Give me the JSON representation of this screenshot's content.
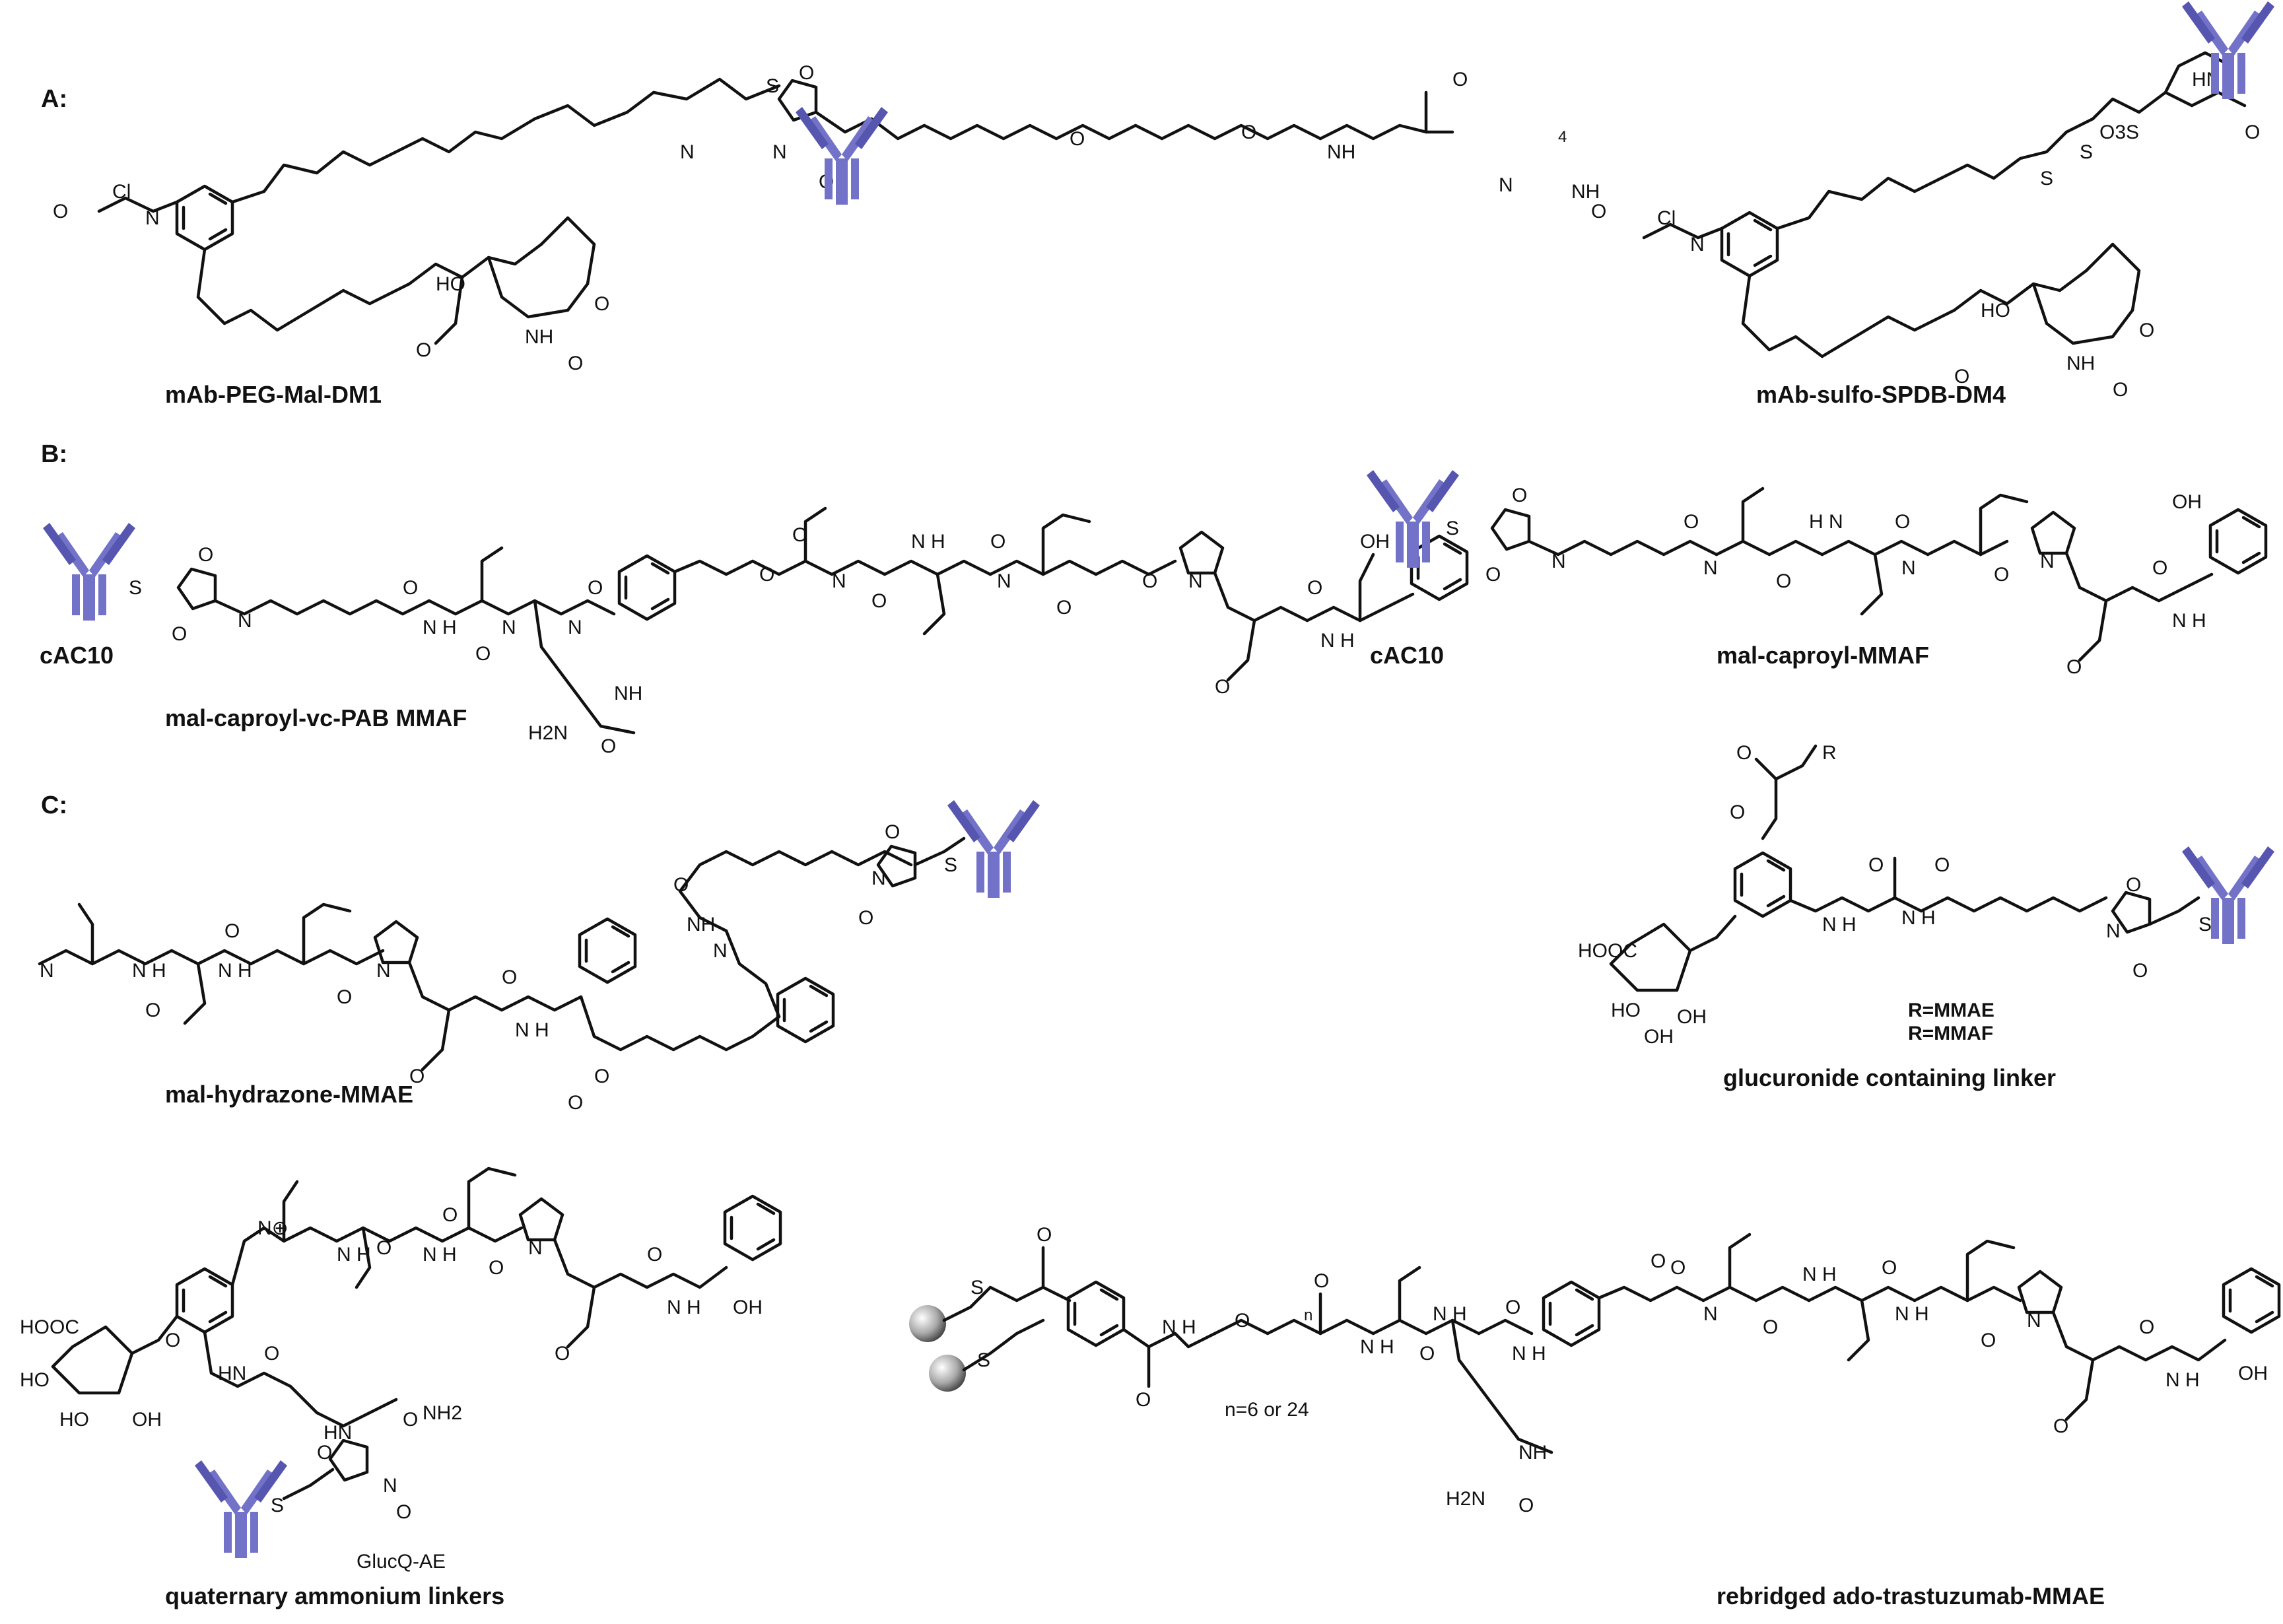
{
  "sections": {
    "a": "A:",
    "b": "B:",
    "c": "C:"
  },
  "captions": {
    "a_left": "mAb-PEG-Mal-DM1",
    "a_right": "mAb-sulfo-SPDB-DM4",
    "b_left_antibody": "cAC10",
    "b_left": "mal-caproyl-vc-PAB MMAF",
    "b_right_antibody": "cAC10",
    "b_right": "mal-caproyl-MMAF",
    "c_top_left": "mal-hydrazone-MMAE",
    "c_top_right": "glucuronide containing linker",
    "c_bottom_left": "quaternary ammonium linkers",
    "c_bottom_right": "rebridged ado-trastuzumab-MMAE"
  },
  "notes": {
    "r_mmae": "R=MMAE",
    "r_mmaf": "R=MMAF",
    "glucq": "GlucQ-AE",
    "n_value": "n=6 or 24"
  },
  "colors": {
    "antibody": "#7272c8"
  }
}
